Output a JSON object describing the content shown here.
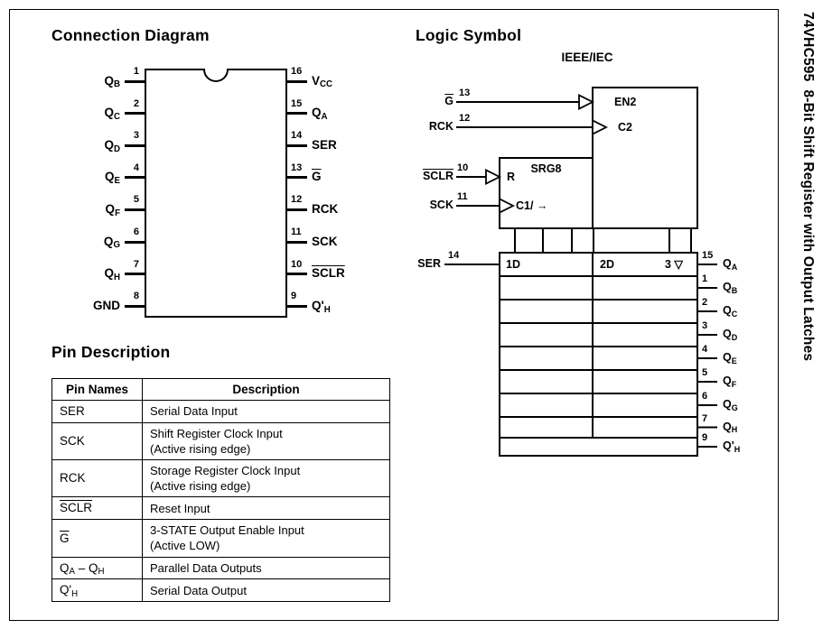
{
  "page": {
    "sidebar_title": "74VHC595  8-Bit Shift Register with Output Latches"
  },
  "connection_diagram": {
    "title": "Connection Diagram",
    "left_pins": [
      {
        "number": "1",
        "label": "Q{B}"
      },
      {
        "number": "2",
        "label": "Q{C}"
      },
      {
        "number": "3",
        "label": "Q{D}"
      },
      {
        "number": "4",
        "label": "Q{E}"
      },
      {
        "number": "5",
        "label": "Q{F}"
      },
      {
        "number": "6",
        "label": "Q{G}"
      },
      {
        "number": "7",
        "label": "Q{H}"
      },
      {
        "number": "8",
        "label": "GND"
      }
    ],
    "right_pins": [
      {
        "number": "16",
        "label": "V{CC}"
      },
      {
        "number": "15",
        "label": "Q{A}"
      },
      {
        "number": "14",
        "label": "SER"
      },
      {
        "number": "13",
        "label": "[G]"
      },
      {
        "number": "12",
        "label": "RCK"
      },
      {
        "number": "11",
        "label": "SCK"
      },
      {
        "number": "10",
        "label": "[SCLR]"
      },
      {
        "number": "9",
        "label": "Q'{H}"
      }
    ]
  },
  "logic_symbol": {
    "title": "Logic Symbol",
    "subtitle": "IEEE/IEC",
    "inputs": [
      {
        "label": "[G]",
        "number": "13"
      },
      {
        "label": "RCK",
        "number": "12"
      },
      {
        "label": "[SCLR]",
        "number": "10"
      },
      {
        "label": "SCK",
        "number": "11"
      },
      {
        "label": "SER",
        "number": "14"
      }
    ],
    "internal_labels": {
      "en2": "EN2",
      "c2": "C2",
      "reset": "R",
      "c1": "C1/ →",
      "srg8": "SRG8",
      "d1": "1D",
      "d2": "2D",
      "state3": "3 ▽"
    },
    "outputs": [
      {
        "number": "15",
        "label": "Q{A}"
      },
      {
        "number": "1",
        "label": "Q{B}"
      },
      {
        "number": "2",
        "label": "Q{C}"
      },
      {
        "number": "3",
        "label": "Q{D}"
      },
      {
        "number": "4",
        "label": "Q{E}"
      },
      {
        "number": "5",
        "label": "Q{F}"
      },
      {
        "number": "6",
        "label": "Q{G}"
      },
      {
        "number": "7",
        "label": "Q{H}"
      },
      {
        "number": "9",
        "label": "Q'{H}"
      }
    ]
  },
  "pin_description": {
    "title": "Pin Description",
    "headers": [
      "Pin Names",
      "Description"
    ],
    "rows": [
      {
        "pin": "SER",
        "description": "Serial Data Input"
      },
      {
        "pin": "SCK",
        "description": "Shift Register Clock Input\n(Active rising edge)"
      },
      {
        "pin": "RCK",
        "description": "Storage Register Clock Input\n(Active rising edge)"
      },
      {
        "pin": "[SCLR]",
        "description": "Reset Input"
      },
      {
        "pin": "[G]",
        "description": "3-STATE Output Enable Input\n(Active LOW)"
      },
      {
        "pin": "Q{A} – Q{H}",
        "description": "Parallel Data Outputs"
      },
      {
        "pin": "Q'{H}",
        "description": "Serial Data Output"
      }
    ]
  }
}
